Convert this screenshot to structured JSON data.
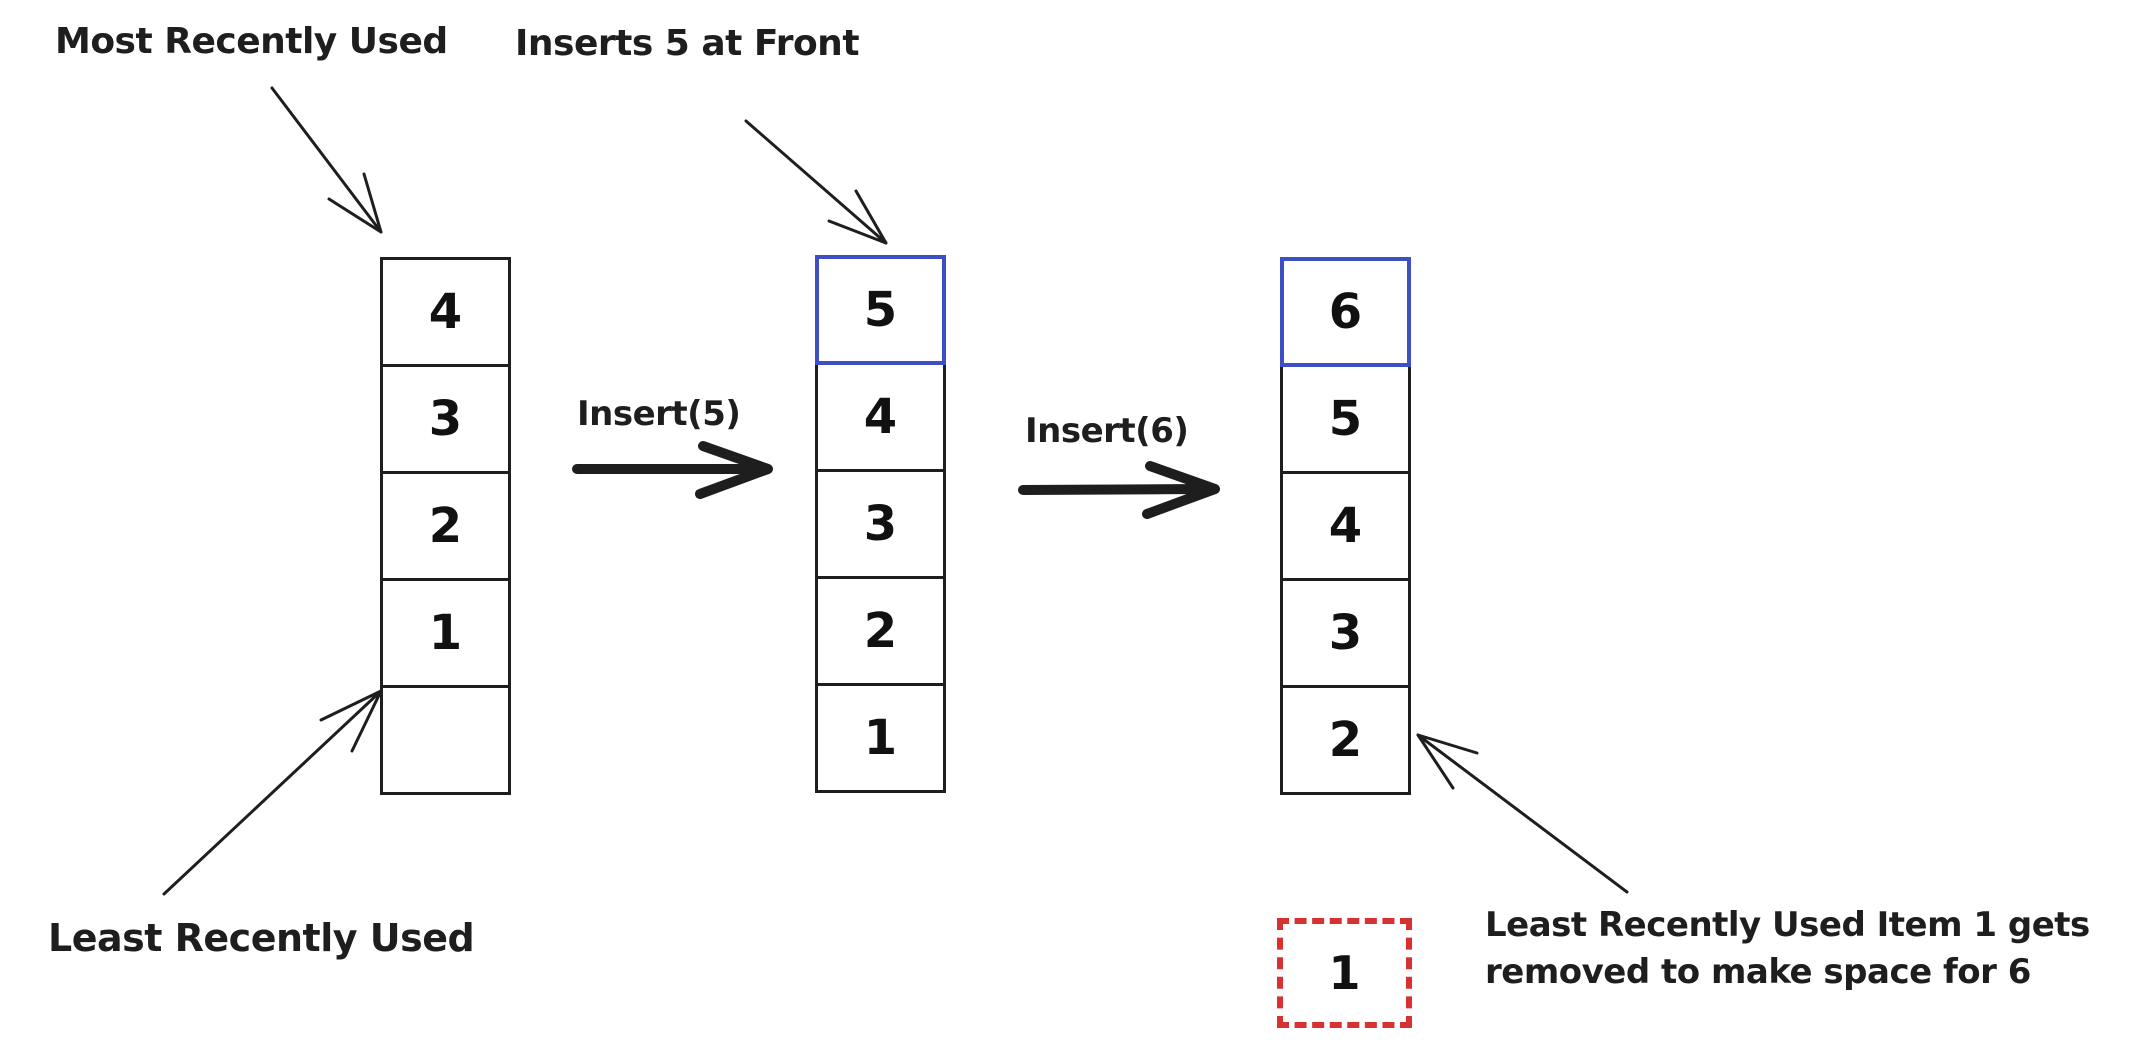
{
  "colors": {
    "stroke": "#1e1e1e",
    "highlight_blue": "#3e4ec5",
    "evicted_red": "#d63232",
    "canvas_background": "#ffffff"
  },
  "labels": {
    "most_recently_used": "Most Recently Used",
    "inserts_5_at_front": "Inserts 5 at Front",
    "least_recently_used": "Least Recently Used",
    "insert_5": "Insert(5)",
    "insert_6": "Insert(6)"
  },
  "eviction_note": {
    "line1": "Least Recently Used Item 1 gets",
    "line2": "removed to make space for 6"
  },
  "stacks": [
    {
      "name": "cache-initial",
      "cells": [
        "4",
        "3",
        "2",
        "1",
        ""
      ]
    },
    {
      "name": "cache-after-insert-5",
      "cells": [
        "5",
        "4",
        "3",
        "2",
        "1"
      ],
      "highlighted_cell": "5"
    },
    {
      "name": "cache-after-insert-6",
      "cells": [
        "6",
        "5",
        "4",
        "3",
        "2"
      ],
      "highlighted_cell": "6"
    }
  ],
  "evicted_item": {
    "value": "1"
  }
}
